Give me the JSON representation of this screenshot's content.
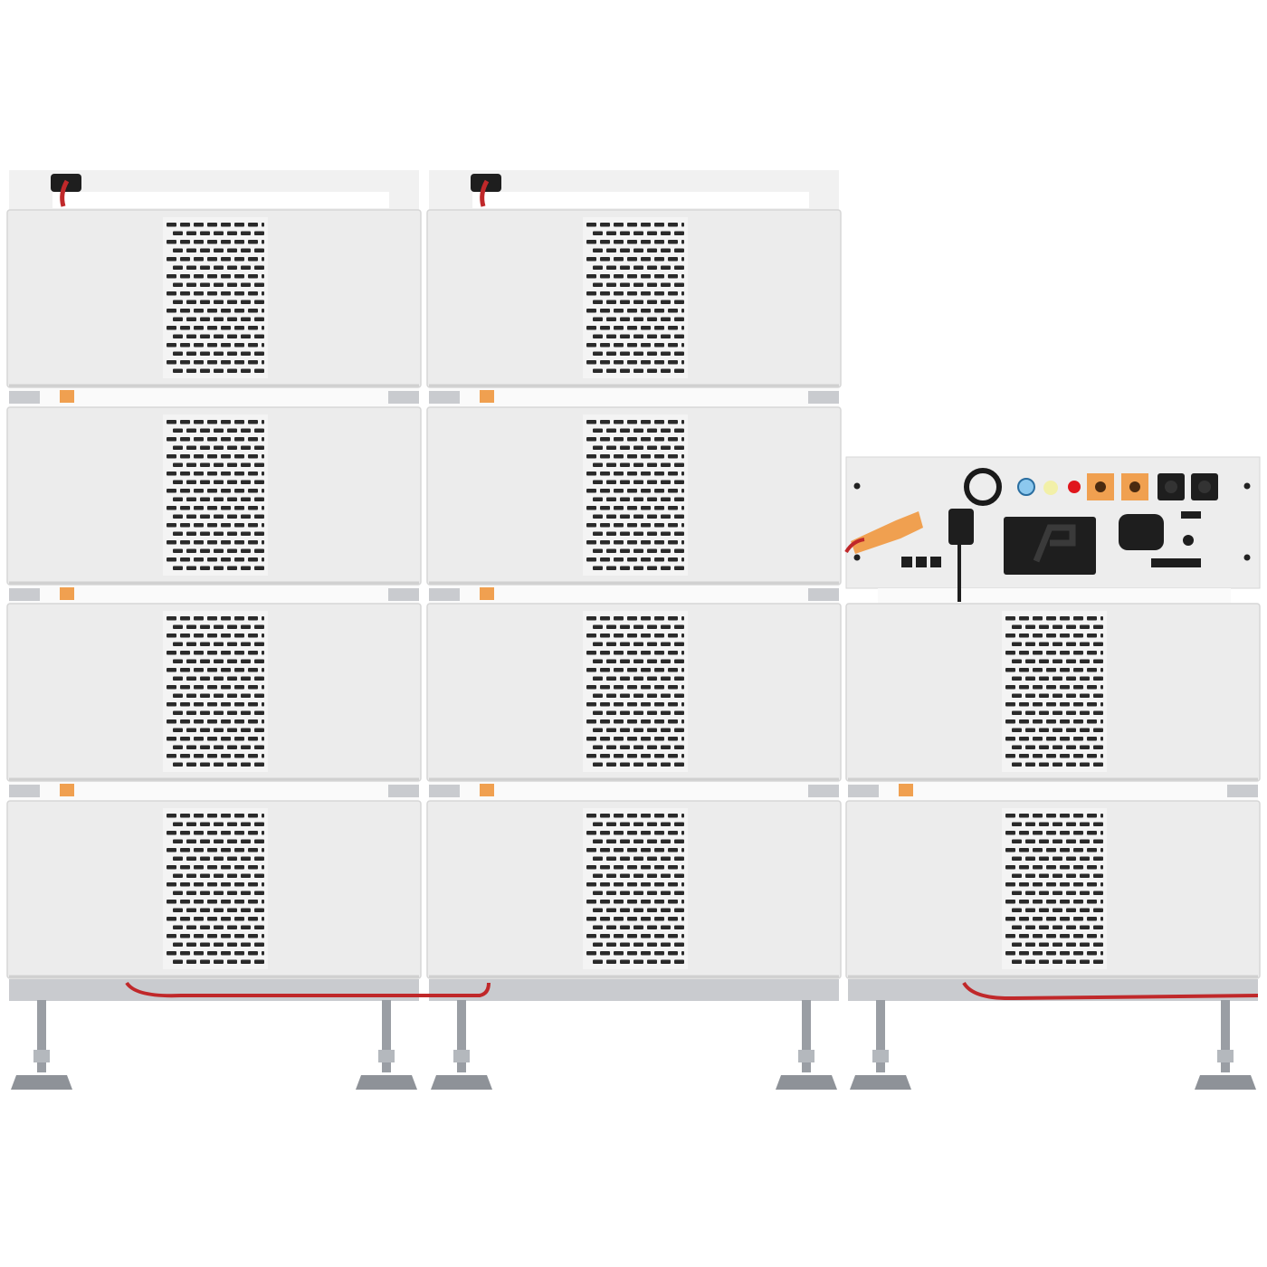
{
  "product": {
    "stack_columns": [
      {
        "modules": 4,
        "has_top_handle": true,
        "has_control_panel": false
      },
      {
        "modules": 4,
        "has_top_handle": true,
        "has_control_panel": false
      },
      {
        "modules": 2,
        "has_top_handle": false,
        "has_control_panel": true
      }
    ],
    "control_panel": {
      "icons": [
        "power-ring-icon",
        "blue-indicator-icon",
        "yellow-indicator-icon",
        "red-indicator-icon",
        "orange-terminal-icon",
        "orange-terminal-icon",
        "black-terminal-icon",
        "black-terminal-icon",
        "breaker-switch-icon",
        "ac-inlet-icon",
        "comm-port-icon",
        "power-cable-icon",
        "orange-plug-icon"
      ]
    }
  },
  "colors": {
    "background": "#ffffff",
    "module_face": "#ececec",
    "module_edge": "#d6d6d6",
    "vent_slot": "#2a2a2a",
    "connector_orange": "#f0a050",
    "cable_red": "#c0282a",
    "rail_gray": "#c9cbcf",
    "leg_gray": "#9a9ea4",
    "panel_dark": "#1e1e1e",
    "indicator_blue": "#8cc8ee",
    "indicator_yellow": "#f2f0a8",
    "indicator_red": "#e0161c"
  }
}
